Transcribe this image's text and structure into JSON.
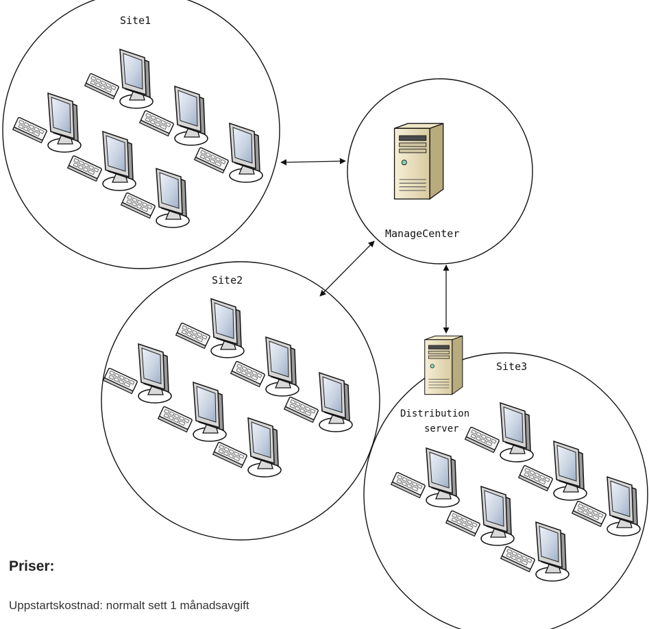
{
  "sites": [
    {
      "id": "site1",
      "label": "Site1"
    },
    {
      "id": "site2",
      "label": "Site2"
    },
    {
      "id": "site3",
      "label": "Site3"
    }
  ],
  "manage_center": {
    "label": "ManageCenter"
  },
  "distribution_server": {
    "label_line1": "Distribution",
    "label_line2": "server"
  },
  "pricing": {
    "heading": "Priser:",
    "startup_text": "Uppstartskostnad: normalt sett 1 månadsavgift"
  },
  "icons": {
    "workstation": "workstation-icon",
    "server": "server-tower-icon"
  }
}
